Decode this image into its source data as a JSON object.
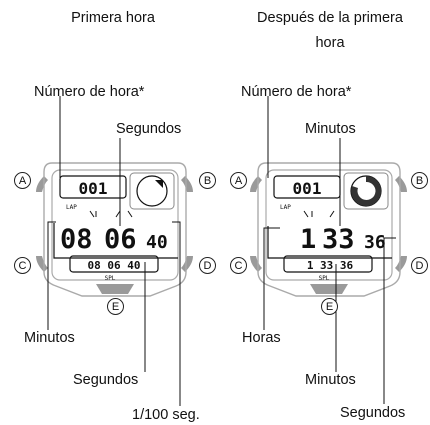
{
  "titles": {
    "left": "Primera hora",
    "right_line1": "Después de la primera",
    "right_line2": "hora"
  },
  "labels": {
    "left_hour_number": "Número de hora*",
    "left_seconds_top": "Segundos",
    "left_minutes": "Minutos",
    "left_seconds_bottom": "Segundos",
    "left_hundredths": "1/100 seg.",
    "right_hour_number": "Número de hora*",
    "right_minutes_top": "Minutos",
    "right_hours": "Horas",
    "right_minutes_bottom": "Minutos",
    "right_seconds": "Segundos"
  },
  "buttons": {
    "a": "A",
    "b": "B",
    "c": "C",
    "d": "D",
    "e": "E"
  },
  "left_watch": {
    "lap_number": "001",
    "lap_text": "LAP",
    "spl_text": "SPL",
    "main_minutes": "08",
    "main_seconds": "06",
    "main_hundredths": "40",
    "split_time": "08 06 40"
  },
  "right_watch": {
    "lap_number": "001",
    "lap_text": "LAP",
    "spl_text": "SPL",
    "main_hours": "1",
    "main_minutes": "33",
    "main_seconds": "36",
    "split_time": "1 33 36"
  }
}
